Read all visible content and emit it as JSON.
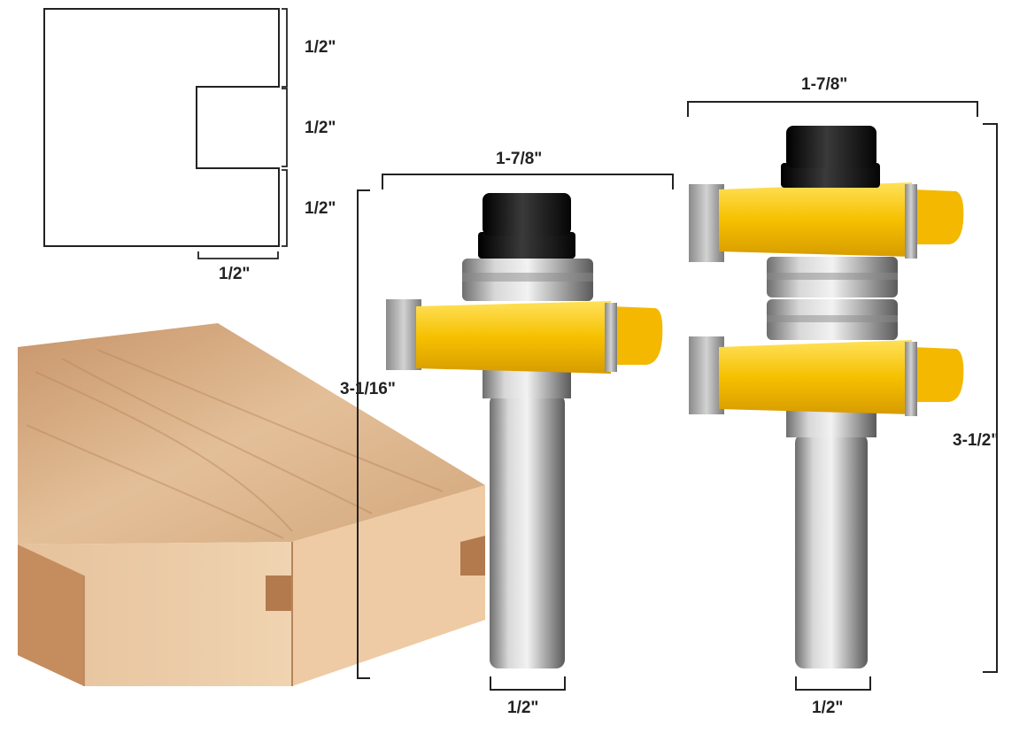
{
  "profile_diagram": {
    "step_top_height": "1/2\"",
    "groove_height": "1/2\"",
    "step_bottom_height": "1/2\"",
    "groove_depth": "1/2\""
  },
  "single_bit": {
    "cutter_width": "1-7/8\"",
    "overall_height": "3-1/16\"",
    "shank_diameter": "1/2\""
  },
  "double_bit": {
    "cutter_width": "1-7/8\"",
    "overall_height": "3-1/2\"",
    "shank_diameter": "1/2\""
  },
  "colors": {
    "cutter_yellow": "#f5c400",
    "wood": "#d8a878",
    "steel": "#9a9a9a",
    "nut_black": "#151515",
    "dimension_lines": "#222222"
  }
}
